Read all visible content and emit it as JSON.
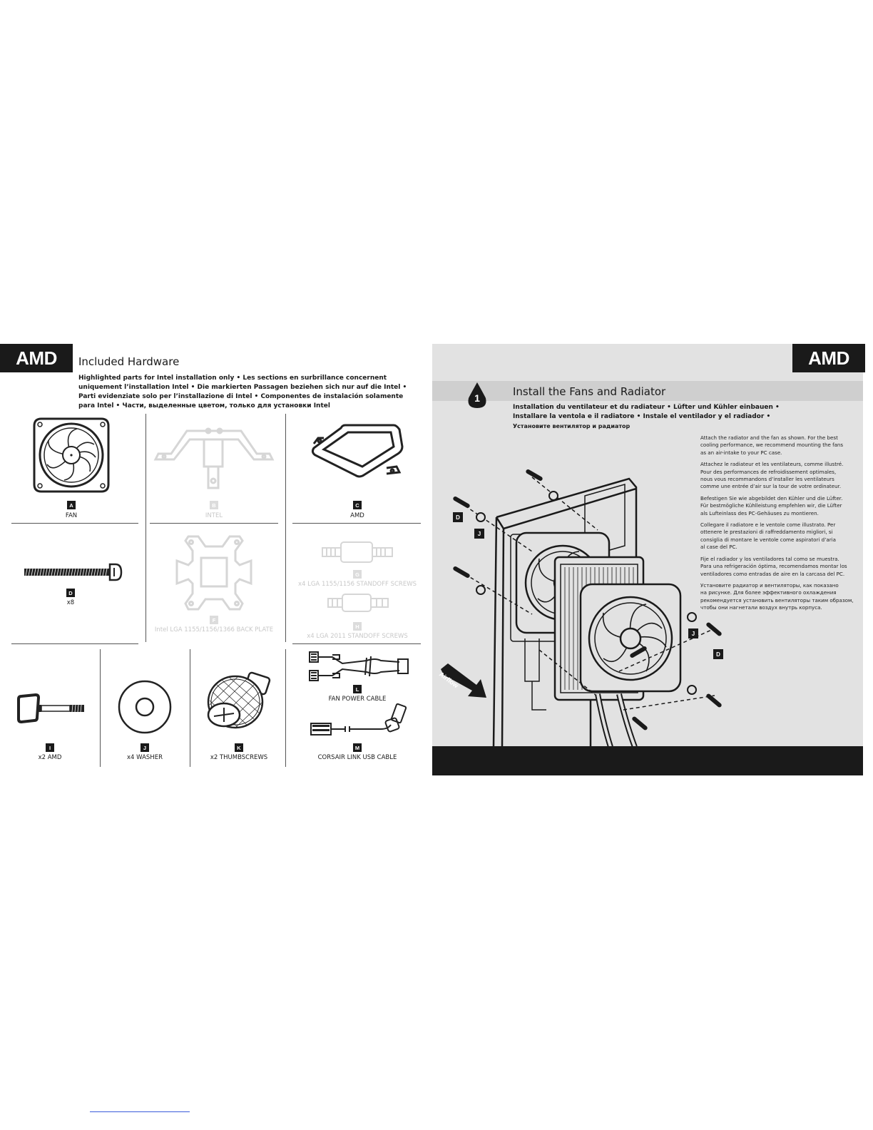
{
  "left_page": {
    "badge": "AMD",
    "title": "Included Hardware",
    "subtitle_lines": [
      "Highlighted parts for Intel installation only • Les sections en surbrillance concernent",
      "uniquement l’installation Intel • Die markierten Passagen beziehen sich nur auf die Intel •",
      "Parti evidenziate solo per l’installazione di Intel • Componentes de instalación solamente",
      "para Intel • Части, выделенные цветом, только для установки Intel"
    ],
    "parts": {
      "a": {
        "letter": "A",
        "caption": "FAN"
      },
      "b": {
        "letter": "B",
        "caption": "INTEL"
      },
      "c": {
        "letter": "C",
        "caption": "AMD"
      },
      "d": {
        "letter": "D",
        "caption": "x8"
      },
      "f": {
        "letter": "F",
        "caption": "Intel LGA 1155/1156/1366 BACK PLATE"
      },
      "g": {
        "letter": "G",
        "caption": "x4 LGA 1155/1156 STANDOFF SCREWS"
      },
      "h": {
        "letter": "H",
        "caption": "x4 LGA 2011 STANDOFF SCREWS"
      },
      "i": {
        "letter": "I",
        "caption": "x2 AMD"
      },
      "j": {
        "letter": "J",
        "caption": "x4 WASHER"
      },
      "k": {
        "letter": "K",
        "caption": "x2 THUMBSCREWS"
      },
      "l": {
        "letter": "L",
        "caption": "FAN POWER CABLE"
      },
      "m": {
        "letter": "M",
        "caption": "CORSAIR LINK USB CABLE"
      }
    }
  },
  "right_page": {
    "badge": "AMD",
    "step_number": "1",
    "title": "Install the Fans and Radiator",
    "subtitle_lines": [
      "Installation du ventilateur et du radiateur • Lüfter und Kühler einbauen •",
      "Installare la ventola e il radiatore • Instale el ventilador y el radiador •",
      "Установите вентилятор и радиатор"
    ],
    "paragraphs": [
      [
        "Attach the radiator and the fan as shown. For the best",
        "cooling performance, we recommend mounting the fans",
        "as an air-intake to your PC case."
      ],
      [
        "Attachez le radiateur et les ventilateurs, comme illustré.",
        "Pour des performances de refroidissement optimales,",
        "nous vous recommandons d’installer les ventilateurs",
        "comme une entrée d’air sur la tour de votre ordinateur."
      ],
      [
        "Befestigen Sie wie abgebildet den Kühler und die Lüfter.",
        "Für bestmögliche Kühlleistung empfehlen wir, die Lüfter",
        "als Lufteinlass des PC-Gehäuses zu montieren."
      ],
      [
        "Collegare il radiatore e le ventole come illustrato. Per",
        "ottenere le prestazioni di raffreddamento migliori, si",
        "consiglia di montare le ventole come aspiratori d’aria",
        "al case del PC."
      ],
      [
        "Fije el radiador y los ventiladores tal como se muestra.",
        "Para una refrigeración óptima, recomendamos montar los",
        "ventiladores como entradas de aire en la carcasa del PC."
      ],
      [
        "Установите радиатор и вентиляторы, как показано",
        "на рисунке. Для более эффективного охлаждения",
        "рекомендуется установить вентиляторы таким образом,",
        "чтобы они нагнетали воздух внутрь корпуса."
      ]
    ],
    "callouts": {
      "d1": "D",
      "j1": "J",
      "j2": "J",
      "d2": "D"
    },
    "airflow_label": "Airflow"
  },
  "colors": {
    "dark": "#1a1a1a",
    "panel_grey": "#e2e2e2",
    "title_band": "#cfcfcf",
    "intel_grey": "#d6d6d6",
    "link_blue": "#3b5bdb"
  },
  "icons": [
    "water-drop-icon",
    "fan-icon",
    "screw-icon",
    "washer-icon",
    "thumbscrew-icon",
    "bracket-icon",
    "backplate-icon",
    "cable-icon",
    "arrow-icon"
  ]
}
